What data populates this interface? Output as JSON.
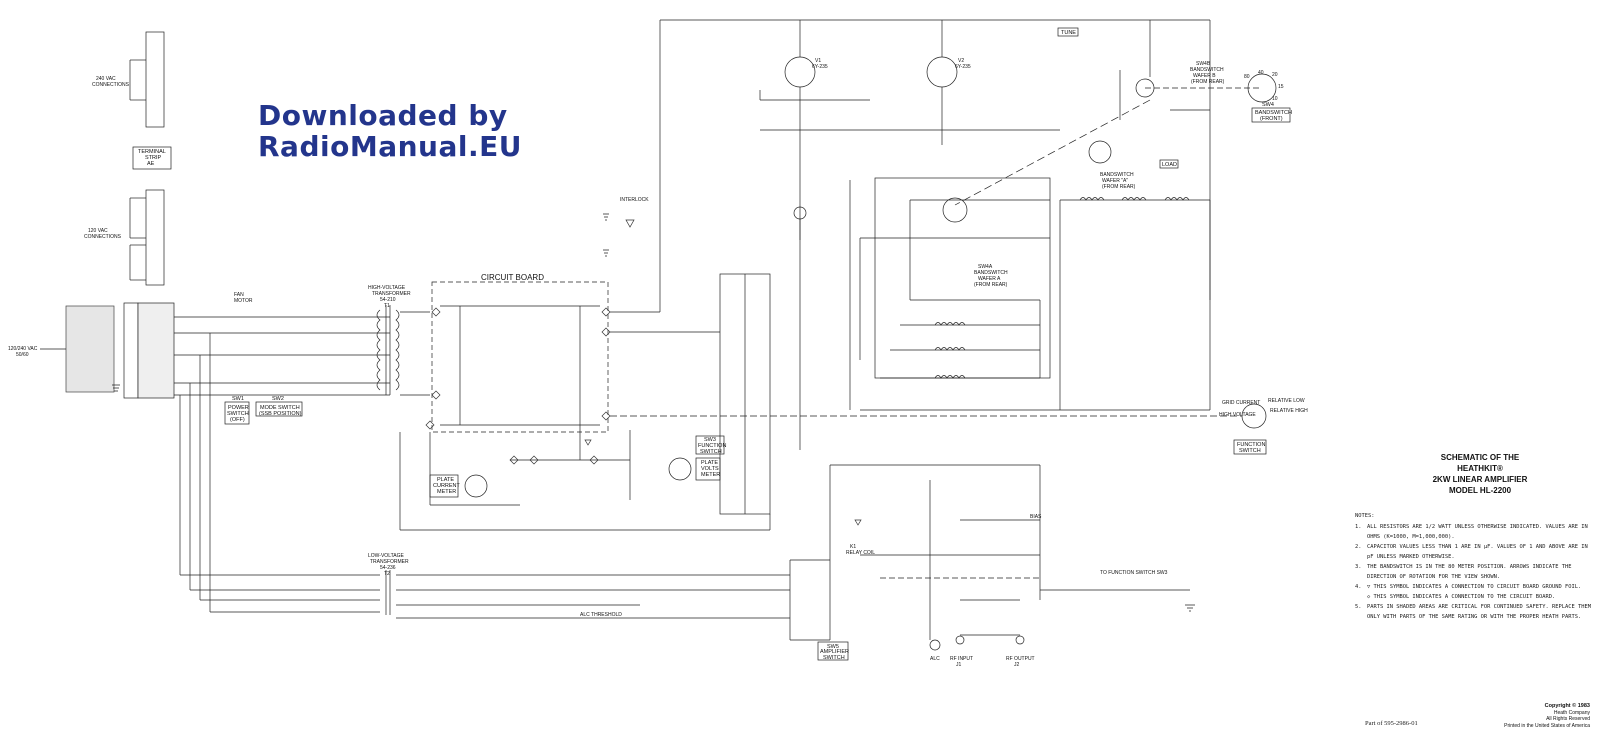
{
  "watermark": {
    "line1": "Downloaded by",
    "line2": "RadioManual.EU"
  },
  "title": {
    "line1": "SCHEMATIC OF THE",
    "line2": "HEATHKIT®",
    "line3": "2KW LINEAR AMPLIFIER",
    "line4": "MODEL HL-2200"
  },
  "notes": {
    "heading": "NOTES:",
    "items": [
      {
        "num": "1.",
        "text": "ALL RESISTORS ARE 1/2 WATT UNLESS OTHERWISE INDICATED. VALUES ARE IN OHMS (K=1000, M=1,000,000)."
      },
      {
        "num": "2.",
        "text": "CAPACITOR VALUES LESS THAN 1 ARE IN µF. VALUES OF 1 AND ABOVE ARE IN pF UNLESS MARKED OTHERWISE."
      },
      {
        "num": "3.",
        "text": "THE BANDSWITCH IS IN THE 80 METER POSITION. ARROWS INDICATE THE DIRECTION OF ROTATION FOR THE VIEW SHOWN."
      },
      {
        "num": "4.",
        "text": "▽ THIS SYMBOL INDICATES A CONNECTION TO CIRCUIT BOARD GROUND FOIL."
      },
      {
        "num": "",
        "text": "◇ THIS SYMBOL INDICATES A CONNECTION TO THE CIRCUIT BOARD."
      },
      {
        "num": "5.",
        "text": "PARTS IN SHADED AREAS ARE CRITICAL FOR CONTINUED SAFETY. REPLACE THEM ONLY WITH PARTS OF THE SAME RATING OR WITH THE PROPER HEATH PARTS."
      }
    ]
  },
  "copyright": {
    "line1": "Copyright © 1983",
    "line2": "Heath Company",
    "line3": "All Rights Reserved",
    "line4": "Printed in the United States of America"
  },
  "part_number": "Part of 595-2986-01",
  "labels": {
    "circuit_board": "CIRCUIT BOARD",
    "terminal_strip": [
      "TERMINAL",
      "STRIP",
      "AE"
    ],
    "vac240": [
      "240 VAC",
      "CONNECTIONS"
    ],
    "vac120": [
      "120 VAC",
      "CONNECTIONS"
    ],
    "mains": [
      "120/240 VAC",
      "50/60"
    ],
    "hv_transformer": [
      "HIGH-VOLTAGE",
      "TRANSFORMER",
      "54-210",
      "T1"
    ],
    "lv_transformer": [
      "LOW-VOLTAGE",
      "TRANSFORMER",
      "54-236",
      "T2"
    ],
    "power_switch": [
      "SW1",
      "POWER",
      "SWITCH",
      "(OFF)"
    ],
    "mode_switch": [
      "SW2",
      "MODE SWITCH",
      "(SSB POSITION)"
    ],
    "plate_current_meter": [
      "PLATE",
      "CURRENT",
      "METER"
    ],
    "plate_volts_meter": [
      "PLATE",
      "VOLTS",
      "METER"
    ],
    "function_switch_sw3": [
      "SW3",
      "FUNCTION",
      "SWITCH"
    ],
    "function_switch": [
      "FUNCTION",
      "SWITCH"
    ],
    "function_positions": [
      "GRID CURRENT",
      "HIGH VOLTAGE",
      "RELATIVE LOW",
      "RELATIVE HIGH"
    ],
    "bandswitch_front": [
      "SW4",
      "BANDSWITCH",
      "(FRONT)"
    ],
    "bandswitch_positions": [
      "80",
      "40",
      "20",
      "15",
      "10"
    ],
    "wafer_b": [
      "SW4B",
      "BANDSWITCH",
      "WAFER B",
      "(FROM REAR)"
    ],
    "wafer_a": [
      "SW4A",
      "BANDSWITCH",
      "WAFER A",
      "(FROM REAR)"
    ],
    "wafer_rear": [
      "BANDSWITCH",
      "WAFER \"A\"",
      "(FROM REAR)"
    ],
    "tune": "TUNE",
    "load": "LOAD",
    "v1": [
      "V1",
      "6Y-235"
    ],
    "v2": [
      "V2",
      "6Y-235"
    ],
    "interlock": "INTERLOCK",
    "relay_coil": [
      "K1",
      "RELAY COIL"
    ],
    "amplifier_switch": [
      "SW5",
      "AMPLIFIER",
      "SWITCH"
    ],
    "rf_input": [
      "RF INPUT",
      "J1"
    ],
    "rf_output": [
      "RF OUTPUT",
      "J2"
    ],
    "alc": "ALC",
    "alc_threshold": "ALC THRESHOLD",
    "bias": "BIAS",
    "fan_motor": [
      "FAN",
      "MOTOR"
    ],
    "to_function_switch": "TO FUNCTION SWITCH SW3"
  }
}
